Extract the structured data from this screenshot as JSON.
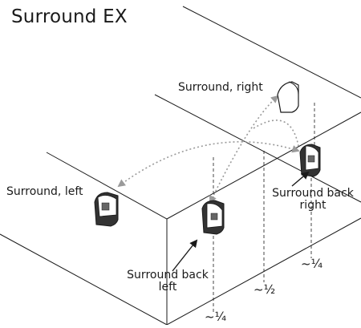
{
  "diagram": {
    "title": "Surround EX",
    "labels": {
      "surround_right": "Surround, right",
      "surround_left": "Surround, left",
      "surround_back_right_line1": "Surround back",
      "surround_back_right_line2": "right",
      "surround_back_left_line1": "Surround back",
      "surround_back_left_line2": "left",
      "fraction_quarter_right": "~¼",
      "fraction_half": "~½",
      "fraction_quarter_left": "~¼"
    },
    "colors": {
      "outline": "#1a1a1a",
      "dotted_arc": "#9a9a9a",
      "speaker_white": "#ffffff",
      "speaker_dark": "#333333"
    },
    "icons": [
      "speaker-icon",
      "arrow-icon"
    ]
  }
}
